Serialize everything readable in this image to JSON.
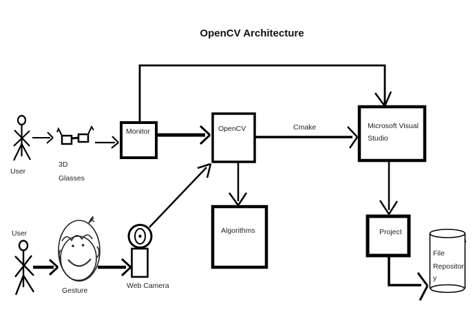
{
  "title": "OpenCV Architecture",
  "colors": {
    "ink": "#000000",
    "text": "#1f1f1f",
    "background": "#ffffff"
  },
  "nodes": {
    "monitor": {
      "label": "Monitor"
    },
    "opencv": {
      "label": "OpenCV"
    },
    "visual_studio": {
      "line1": "Microsoft Visual",
      "line2": "Studio"
    },
    "algorithms": {
      "label": "Algorithms"
    },
    "project": {
      "label": "Project"
    },
    "file_repository": {
      "line1": "File",
      "line2": "Repositor",
      "line3": "y"
    }
  },
  "actors": {
    "user_top": {
      "label": "User"
    },
    "user_bottom": {
      "label": "User"
    }
  },
  "annotations": {
    "glasses_line1": "3D",
    "glasses_line2": "Glasses",
    "gesture": "Gesture",
    "web_camera": "Web Camera",
    "cmake": "Cmake"
  }
}
